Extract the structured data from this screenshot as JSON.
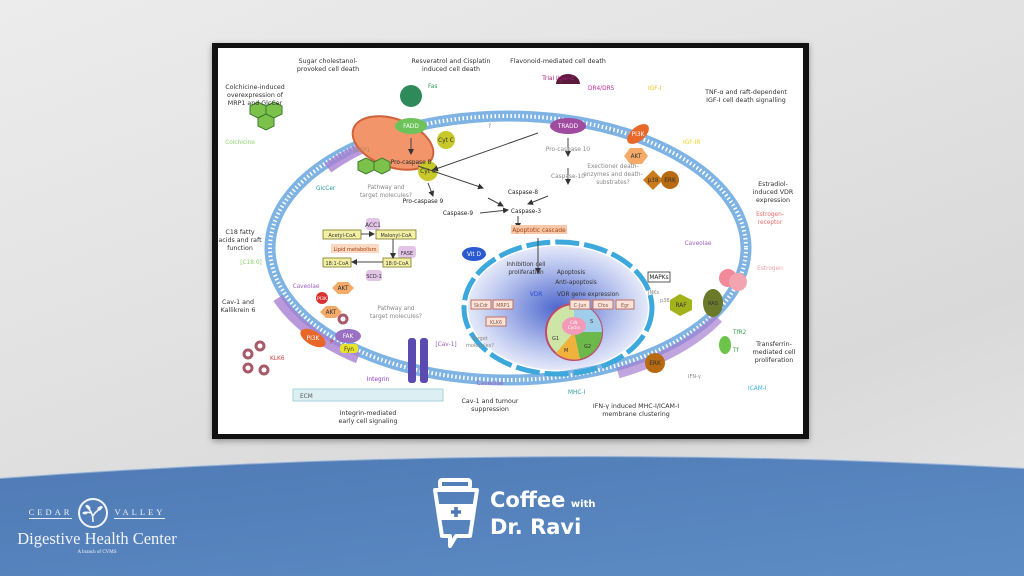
{
  "slide": {
    "figure": {
      "headings": {
        "sugar": [
          "Sugar cholestanol-",
          "provoked cell death"
        ],
        "resveratrol": [
          "Resveratrol and Cisplatin",
          "induced cell death"
        ],
        "flavonoid": "Flavonoid-mediated cell death",
        "colchicine": [
          "Colchicine-induced",
          "overexpression of",
          "MRP1 and GlcCer"
        ],
        "tnf": [
          "TNF-α and raft-dependent",
          "IGF-I cell death signalling"
        ],
        "estradiol": [
          "Estradiol-",
          "induced VDR",
          "expression"
        ],
        "c18": [
          "C18 fatty",
          "acids and raft",
          "function"
        ],
        "cav1_klk": [
          "Cav-1 and",
          "Kallikrein 6"
        ],
        "transferrin": [
          "Transferrin-",
          "mediated cell",
          "proliferation"
        ],
        "integrin": [
          "Integrin-mediated",
          "early cell signaling"
        ],
        "cav1_tumour": [
          "Cav-1 and tumour",
          "suppression"
        ],
        "ifn": [
          "IFN-γ induced MHC-I/ICAM-I",
          "membrane clustering"
        ]
      },
      "labels": {
        "fas": "Fas",
        "fadd": "FADD",
        "trial_ligand": "Trial ligand",
        "dr": "DR4/DR5",
        "tradd": "TRADD",
        "igf1": "IGF-I",
        "igf1r": "IGF-IR",
        "pi3k": "PI3K",
        "akt": "AKT",
        "p38": "p38",
        "erk": "ERK",
        "cytc": "Cyt C",
        "pro_casp8": "Pro-caspase 8",
        "pro_casp10": "Pro-caspase 10",
        "casp10": "Caspase-10",
        "casp8": "Caspase-8",
        "pro_casp9": "Pro-caspase 9",
        "casp9": "Caspase-9",
        "casp3": "Caspase-3",
        "apoptotic": "Apoptotic cascade",
        "executioner": [
          "Exectioner death-",
          "enzymes and death-",
          "substrates?"
        ],
        "mrp1": "MRP1",
        "colchicine": "Colchicine",
        "glccer": "GlcCer",
        "pathway": [
          "Pathway and",
          "target molecules?"
        ],
        "acc1": "ACC1",
        "acetyl": "Acetyl-CoA",
        "malonyl": "Malonyl-CoA",
        "lipid": "Lipid metabolism",
        "fase": "FASE",
        "c181": "18:1-CoA",
        "c180": "18:0-CoA",
        "scd1": "SCD-1",
        "c18_0": "[C18:0]",
        "caveolae": "Caveolae",
        "pi3k_small": "PI3K",
        "klk6": "KLK6",
        "fak": "FAK",
        "fyn": "Fyn",
        "p": "P",
        "integrin": "Integrin",
        "ecm": "ECM",
        "cav1": "[Cav-1]",
        "target": [
          "Target",
          "molecules?"
        ],
        "vitd": "Vit D",
        "vdr": "VDR",
        "inhibition": [
          "Inhibition cell",
          "proliferation"
        ],
        "apoptosis": "Apoptosis",
        "anti_apoptosis": "Anti-apoptosis",
        "vdr_gene": "VDR gene expression",
        "genes": [
          "SkCdr",
          "MRP1",
          "C-Jun",
          "Cfos",
          "Egr"
        ],
        "klk6_gene": "KLK6",
        "phases": [
          "G1",
          "S",
          "G2",
          "M"
        ],
        "cdk": [
          "Cdk",
          "Cyclin"
        ],
        "mapks": "MAPKs",
        "raf": "RAF",
        "ras": "RAS",
        "jnks": "JNKs",
        "p38_small": "p38",
        "estrogen_receptor": [
          "Estrogen-",
          "receptor"
        ],
        "estrogen": "Estrogen",
        "tfr2": "TfR2",
        "tf": "Tf",
        "icam": "ICAM-I",
        "mhc": "MHC-I",
        "ifn_g": "IFN-γ",
        "q": "?"
      }
    },
    "brand": {
      "cedar": "CEDAR",
      "valley": "VALLEY",
      "name": "Digestive Health Center",
      "sub": "A branch of CVMS"
    },
    "podcast": {
      "line1": "Coffee",
      "with": "with",
      "line2": "Dr. Ravi"
    }
  }
}
